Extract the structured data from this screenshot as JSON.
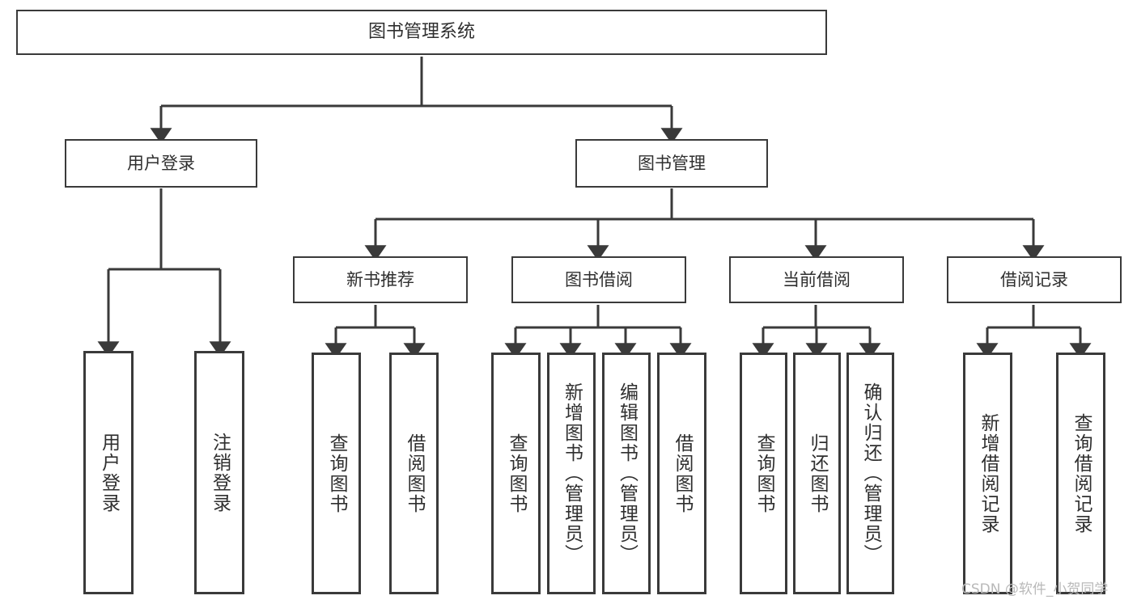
{
  "diagram": {
    "title": "图书管理系统",
    "watermark": "CSDN @软件_小贺同学",
    "accent_color": "#3a3a3a",
    "text_color": "#2f2f2f",
    "background_color": "#ffffff"
  },
  "nodes": {
    "root": {
      "label": "图书管理系统"
    },
    "level1": [
      {
        "label": "用户登录"
      },
      {
        "label": "图书管理"
      }
    ],
    "level2": [
      {
        "label": "新书推荐"
      },
      {
        "label": "图书借阅"
      },
      {
        "label": "当前借阅"
      },
      {
        "label": "借阅记录"
      }
    ],
    "leaves": {
      "user_login": [
        {
          "label": "用户登录"
        },
        {
          "label": "注销登录"
        }
      ],
      "new_book_recommend": [
        {
          "label": "查询图书"
        },
        {
          "label": "借阅图书"
        }
      ],
      "book_borrow": [
        {
          "label": "查询图书"
        },
        {
          "label": "新增图书（管理员）"
        },
        {
          "label": "编辑图书（管理员）"
        },
        {
          "label": "借阅图书"
        }
      ],
      "current_borrow": [
        {
          "label": "查询图书"
        },
        {
          "label": "归还图书"
        },
        {
          "label": "确认归还（管理员）"
        }
      ],
      "borrow_record": [
        {
          "label": "新增借阅记录"
        },
        {
          "label": "查询借阅记录"
        }
      ]
    }
  }
}
